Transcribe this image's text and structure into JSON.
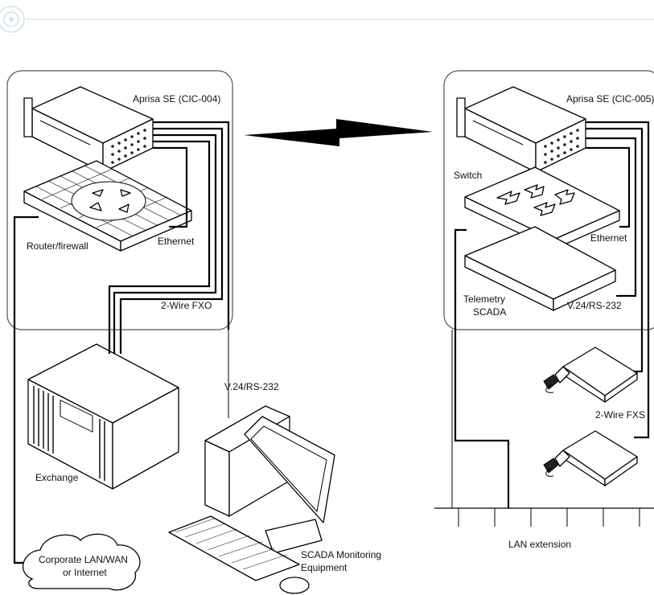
{
  "labels": {
    "aprisa_left": "Aprisa SE (CIC-004)",
    "aprisa_right": "Aprisa SE (CIC-005)",
    "router_firewall": "Router/firewall",
    "ethernet_left": "Ethernet",
    "wire_fxo": "2-Wire FXO",
    "v24_left": "V.24/RS-232",
    "exchange": "Exchange",
    "corporate_line1": "Corporate LAN/WAN",
    "corporate_line2": "or Internet",
    "scada_mon_line1": "SCADA Monitoring",
    "scada_mon_line2": "Equipment",
    "switch": "Switch",
    "ethernet_right": "Ethernet",
    "telemetry_line1": "Telemetry",
    "telemetry_line2": "SCADA",
    "v24_right": "V.24/RS-232",
    "wire_fxs": "2-Wire FXS",
    "lan_extension": "LAN extension"
  },
  "colors": {
    "line": "#000000",
    "frame": "#555555",
    "header_rule": "#c9dfe3",
    "logo": "#cfe3e7"
  }
}
